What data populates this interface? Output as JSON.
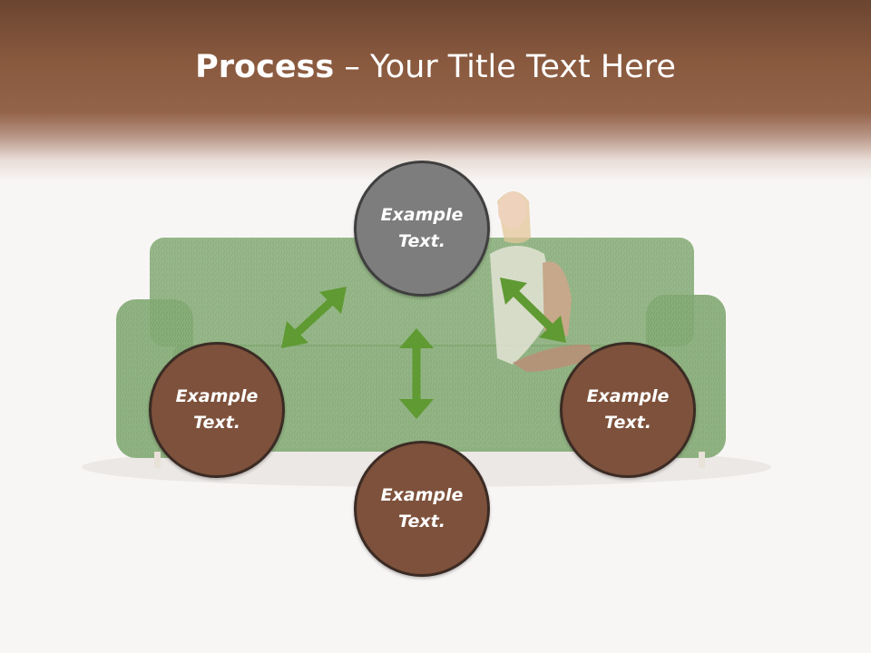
{
  "slide": {
    "title_bold": "Process",
    "title_rest": " – Your Title Text Here"
  },
  "nodes": [
    {
      "line1": "Example",
      "line2": "Text."
    },
    {
      "line1": "Example",
      "line2": "Text."
    },
    {
      "line1": "Example",
      "line2": "Text."
    },
    {
      "line1": "Example",
      "line2": "Text."
    }
  ],
  "colors": {
    "header": "#8a5a3f",
    "node_gray": "#7d7d7d",
    "node_brown": "#7d513b",
    "arrow_green": "#5f9a32"
  },
  "icons": {
    "arrows": [
      "double-arrow-icon",
      "double-arrow-icon",
      "double-arrow-icon"
    ]
  }
}
